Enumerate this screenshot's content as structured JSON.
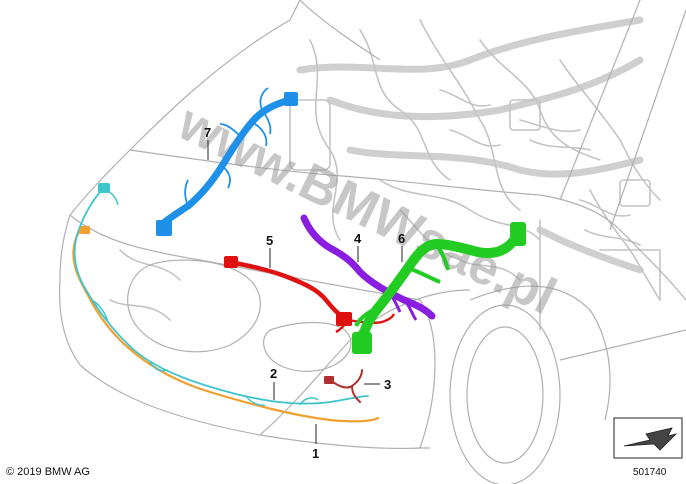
{
  "diagram": {
    "callouts": [
      {
        "label": "1"
      },
      {
        "label": "2"
      },
      {
        "label": "3"
      },
      {
        "label": "4"
      },
      {
        "label": "5"
      },
      {
        "label": "6"
      },
      {
        "label": "7"
      }
    ],
    "colors": {
      "harness_1": "#f0a030",
      "harness_2": "#40c4cc",
      "harness_3": "#b03030",
      "harness_4": "#8a1ee0",
      "harness_5": "#e01010",
      "harness_6": "#22cc22",
      "harness_7": "#1e90e8"
    },
    "watermark": "www.BMWsae.pl",
    "copyright": "© 2019 BMW AG",
    "reference_number": "501740",
    "direction_icon": "arrow-box-icon"
  }
}
